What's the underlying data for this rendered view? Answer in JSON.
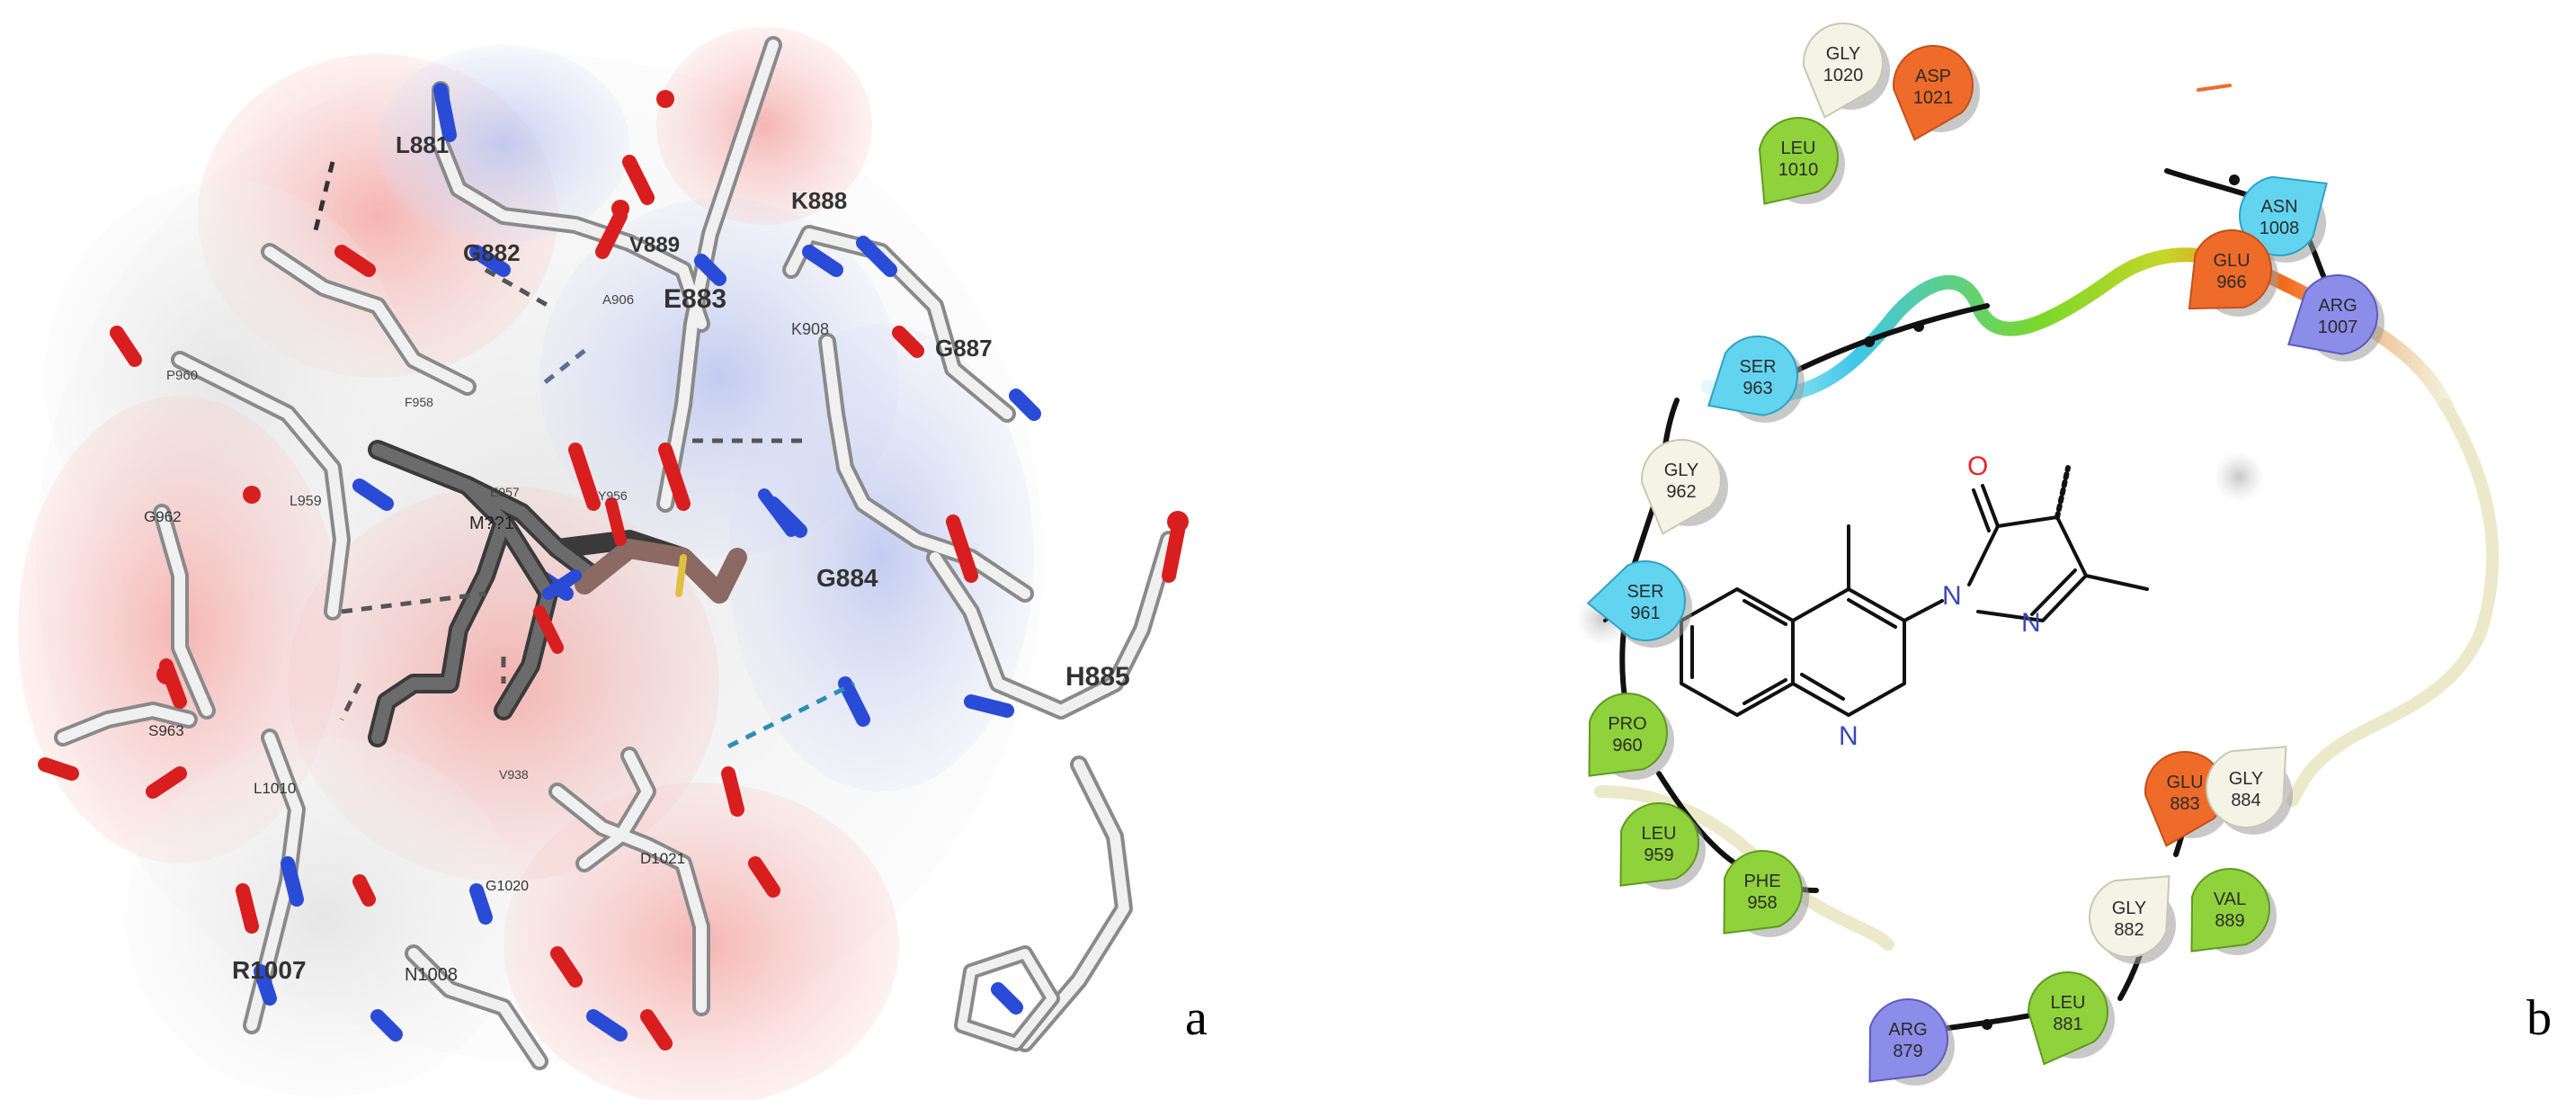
{
  "panel_a": {
    "letter": "a",
    "residue_labels": [
      {
        "text": "L881",
        "big": true
      },
      {
        "text": "G882",
        "big": true
      },
      {
        "text": "V889",
        "big": true
      },
      {
        "text": "K888",
        "big": true
      },
      {
        "text": "E883",
        "big": true
      },
      {
        "text": "A906",
        "big": false
      },
      {
        "text": "K908",
        "big": false
      },
      {
        "text": "G887",
        "big": true
      },
      {
        "text": "P960",
        "big": false
      },
      {
        "text": "F958",
        "big": false
      },
      {
        "text": "E957",
        "big": false
      },
      {
        "text": "M??1",
        "big": false
      },
      {
        "text": "Y956",
        "big": false
      },
      {
        "text": "L959",
        "big": false
      },
      {
        "text": "G962",
        "big": false
      },
      {
        "text": "G884",
        "big": true
      },
      {
        "text": "H885",
        "big": true
      },
      {
        "text": "S963",
        "big": false
      },
      {
        "text": "L1010",
        "big": false
      },
      {
        "text": "V938",
        "big": false
      },
      {
        "text": "G1020",
        "big": false
      },
      {
        "text": "D1021",
        "big": false
      },
      {
        "text": "R1007",
        "big": true
      },
      {
        "text": "N1008",
        "big": false
      }
    ]
  },
  "panel_b": {
    "letter": "b",
    "residues": [
      {
        "name": "GLY",
        "num": "1020",
        "color": "#f3f3e6",
        "stroke": "#c8c8b0"
      },
      {
        "name": "ASP",
        "num": "1021",
        "color": "#ef6b2a",
        "stroke": "#c2501c"
      },
      {
        "name": "LEU",
        "num": "1010",
        "color": "#8fd23c",
        "stroke": "#5f9a20"
      },
      {
        "name": "ASN",
        "num": "1008",
        "color": "#62d4f0",
        "stroke": "#2fa2c2"
      },
      {
        "name": "ARG",
        "num": "1007",
        "color": "#8b8de8",
        "stroke": "#5a5cc0"
      },
      {
        "name": "GLU",
        "num": "966",
        "color": "#ef6b2a",
        "stroke": "#c2501c"
      },
      {
        "name": "SER",
        "num": "963",
        "color": "#62d4f0",
        "stroke": "#2fa2c2"
      },
      {
        "name": "GLY",
        "num": "962",
        "color": "#f3f3e6",
        "stroke": "#c8c8b0"
      },
      {
        "name": "SER",
        "num": "961",
        "color": "#62d4f0",
        "stroke": "#2fa2c2"
      },
      {
        "name": "PRO",
        "num": "960",
        "color": "#8fd23c",
        "stroke": "#5f9a20"
      },
      {
        "name": "LEU",
        "num": "959",
        "color": "#8fd23c",
        "stroke": "#5f9a20"
      },
      {
        "name": "PHE",
        "num": "958",
        "color": "#8fd23c",
        "stroke": "#5f9a20"
      },
      {
        "name": "GLU",
        "num": "883",
        "color": "#ef6b2a",
        "stroke": "#c2501c"
      },
      {
        "name": "GLY",
        "num": "884",
        "color": "#f3f3e6",
        "stroke": "#c8c8b0"
      },
      {
        "name": "GLY",
        "num": "882",
        "color": "#f3f3e6",
        "stroke": "#c8c8b0"
      },
      {
        "name": "VAL",
        "num": "889",
        "color": "#8fd23c",
        "stroke": "#5f9a20"
      },
      {
        "name": "LEU",
        "num": "881",
        "color": "#8fd23c",
        "stroke": "#5f9a20"
      },
      {
        "name": "ARG",
        "num": "879",
        "color": "#8b8de8",
        "stroke": "#5a5cc0"
      }
    ],
    "ligand_atoms": {
      "oxygen_carbonyl": "O",
      "oxygen_methoxy": "O",
      "n1": "N",
      "n2": "N",
      "n_quinoline": "N"
    }
  }
}
